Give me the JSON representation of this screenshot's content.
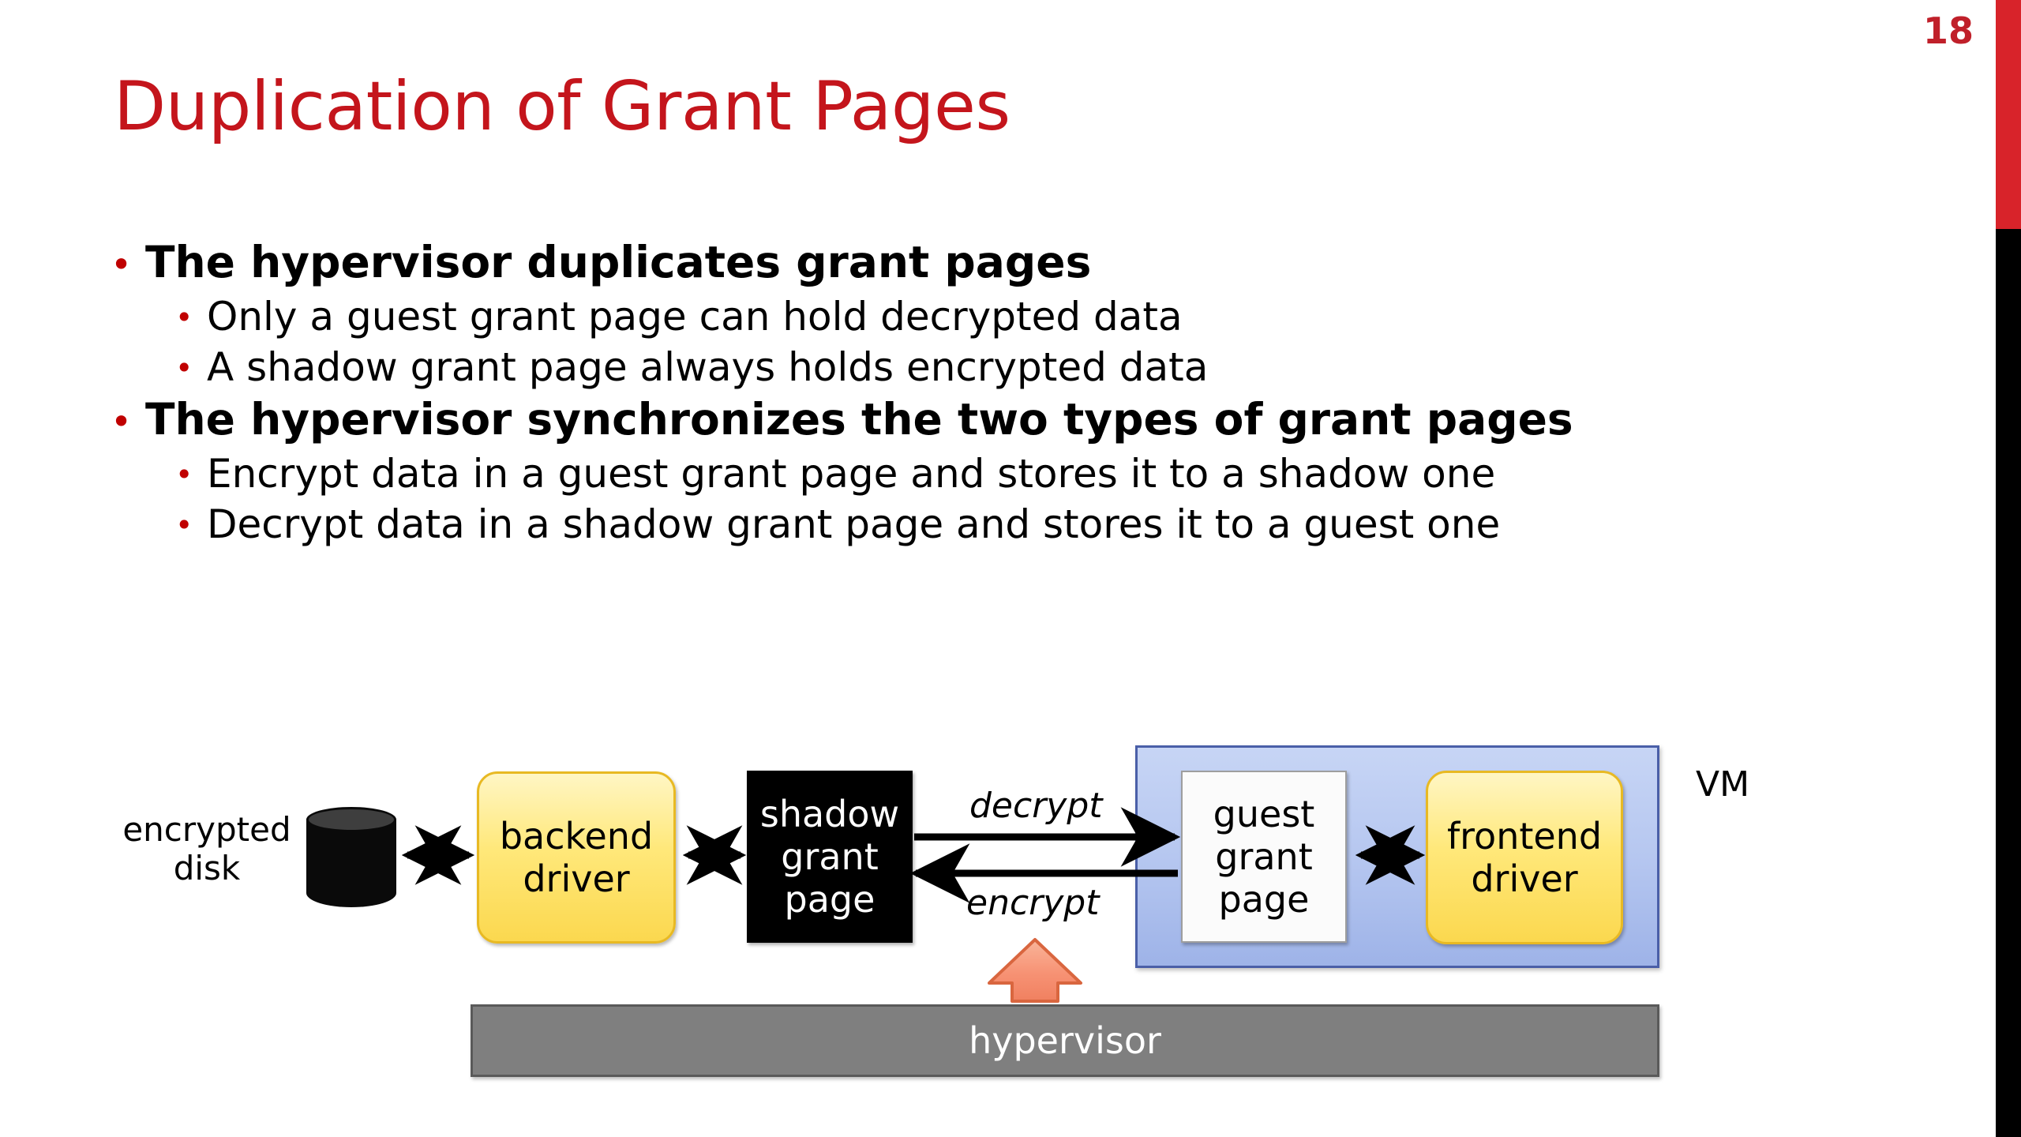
{
  "slide": {
    "page_number": "18",
    "title": "Duplication of Grant Pages",
    "accent_red": "#C4151C",
    "bullet_red": "#C00000",
    "edge_bar_red": "#D8232A",
    "edge_bar_black": "#000000"
  },
  "bullets": [
    {
      "level": 1,
      "text": "The hypervisor duplicates grant pages"
    },
    {
      "level": 2,
      "text": "Only a guest grant page can hold decrypted data"
    },
    {
      "level": 2,
      "text": "A shadow grant page always holds encrypted data"
    },
    {
      "level": 1,
      "text": "The hypervisor synchronizes the two types of grant pages"
    },
    {
      "level": 2,
      "text": "Encrypt data in a guest grant page and stores it to a shadow one"
    },
    {
      "level": 2,
      "text": "Decrypt data in a shadow grant page and stores it to a guest one"
    }
  ],
  "diagram": {
    "disk_label": "encrypted\ndisk",
    "disk_label_line1": "encrypted",
    "disk_label_line2": "disk",
    "backend_driver": "backend\ndriver",
    "backend_driver_line1": "backend",
    "backend_driver_line2": "driver",
    "shadow_grant_page_line1": "shadow",
    "shadow_grant_page_line2": "grant",
    "shadow_grant_page_line3": "page",
    "guest_grant_page_line1": "guest",
    "guest_grant_page_line2": "grant",
    "guest_grant_page_line3": "page",
    "frontend_driver_line1": "frontend",
    "frontend_driver_line2": "driver",
    "vm_label": "VM",
    "hypervisor_label": "hypervisor",
    "arrow_decrypt_label": "decrypt",
    "arrow_encrypt_label": "encrypt",
    "colors": {
      "driver_yellow": "#FFE87A",
      "driver_border": "#E8B923",
      "shadow_page_black": "#000000",
      "guest_page_white": "#FBFBFB",
      "vm_blue": "#B6C7F0",
      "vm_border": "#4A5FA8",
      "hypervisor_gray": "#7F7F7F",
      "callout_arrow_orange": "#F08060"
    }
  }
}
